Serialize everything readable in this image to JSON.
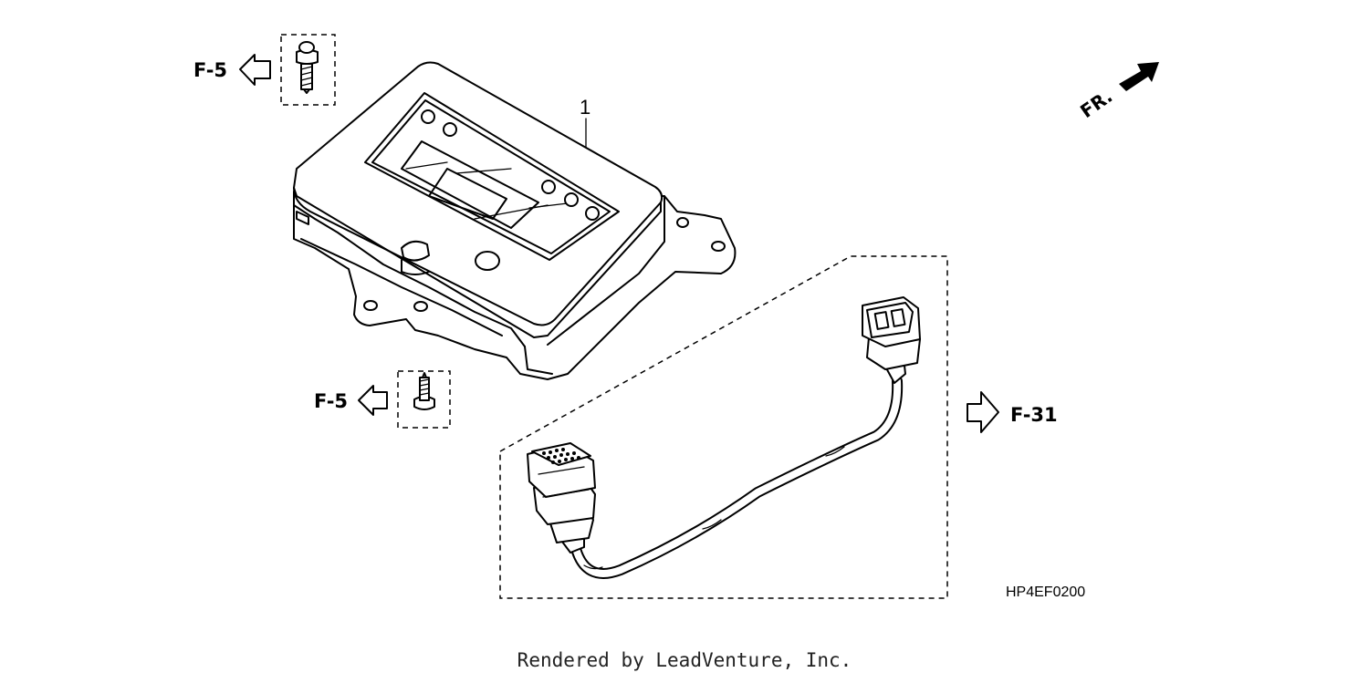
{
  "diagram": {
    "part_callout": "1",
    "refs": {
      "top_left": "F-5",
      "mid_left": "F-5",
      "right": "F-31"
    },
    "direction_label": "FR.",
    "diagram_code": "HP4EF0200",
    "footer": "Rendered by LeadVenture, Inc."
  }
}
